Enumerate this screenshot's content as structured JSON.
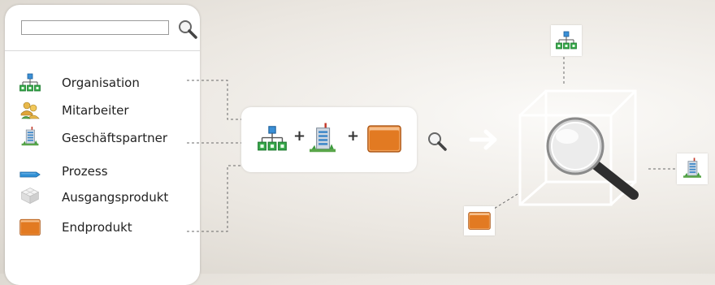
{
  "search": {
    "value": "",
    "placeholder": ""
  },
  "entities": [
    {
      "label": "Organisation",
      "icon": "organisation-icon"
    },
    {
      "label": "Mitarbeiter",
      "icon": "employee-icon"
    },
    {
      "label": "Geschäftspartner",
      "icon": "business-partner-icon"
    },
    {
      "label": "Prozess",
      "icon": "process-icon"
    },
    {
      "label": "Ausgangsprodukt",
      "icon": "input-product-icon"
    },
    {
      "label": "Endprodukt",
      "icon": "end-product-icon"
    }
  ],
  "combination": {
    "operator": "+",
    "items": [
      "organisation-icon",
      "business-partner-icon",
      "end-product-icon"
    ]
  },
  "arrow_icon": "arrow-right-icon",
  "result_icon": "cube-magnifier-icon",
  "colors": {
    "org_blue": "#3a8fd6",
    "org_green": "#36a84a",
    "product_orange": "#e27a22",
    "process_blue": "#2f8fd4",
    "connector": "#666666"
  }
}
